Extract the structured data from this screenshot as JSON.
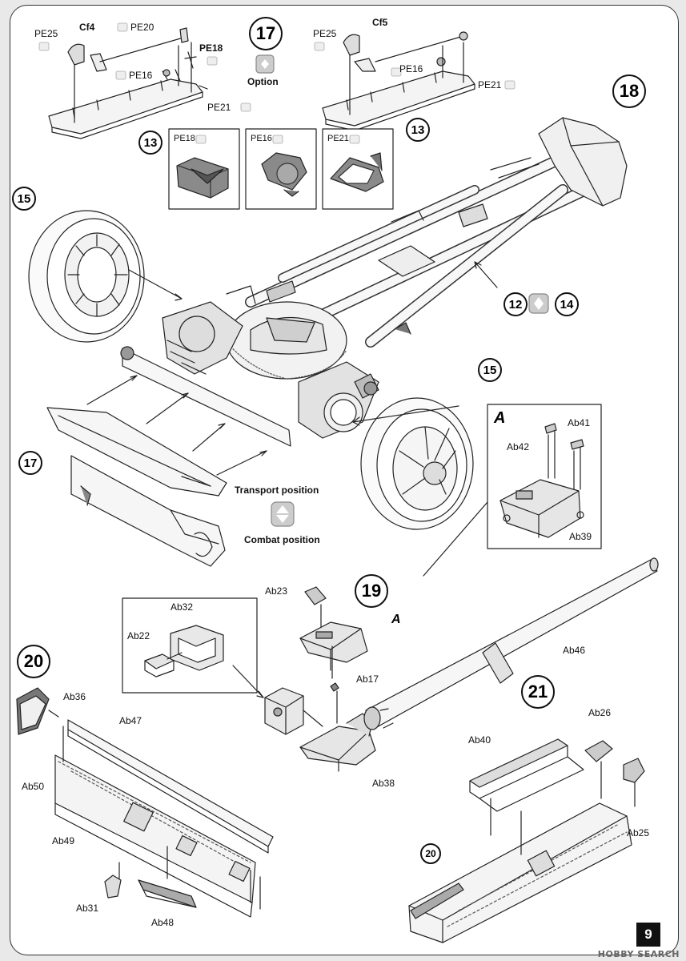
{
  "page_number": "9",
  "watermark": "HOBBY SEARCH",
  "steps": {
    "s17": "17",
    "s18": "18",
    "s19": "19",
    "s20": "20",
    "s21": "21"
  },
  "notes": {
    "option": "Option",
    "transport": "Transport position",
    "combat": "Combat position",
    "detail_a": "A",
    "detail_a2": "A"
  },
  "callouts": {
    "c13a": "13",
    "c13b": "13",
    "c15a": "15",
    "c15b": "15",
    "c17": "17",
    "c12": "12",
    "c14": "14",
    "c20": "20"
  },
  "parts": {
    "pe25a": "PE25",
    "cf4": "Cf4",
    "pe20": "PE20",
    "pe18a": "PE18",
    "pe16a": "PE16",
    "pe21a": "PE21",
    "pe25b": "PE25",
    "cf5": "Cf5",
    "pe16b": "PE16",
    "pe21b": "PE21",
    "box_pe18": "PE18",
    "box_pe16": "PE16",
    "box_pe21": "PE21",
    "ab42": "Ab42",
    "ab41": "Ab41",
    "ab39": "Ab39",
    "ab23": "Ab23",
    "ab32": "Ab32",
    "ab22": "Ab22",
    "ab46": "Ab46",
    "ab17": "Ab17",
    "ab38": "Ab38",
    "ab36": "Ab36",
    "ab47": "Ab47",
    "ab50": "Ab50",
    "ab49": "Ab49",
    "ab31": "Ab31",
    "ab48": "Ab48",
    "ab26": "Ab26",
    "ab40": "Ab40",
    "ab25": "Ab25"
  }
}
